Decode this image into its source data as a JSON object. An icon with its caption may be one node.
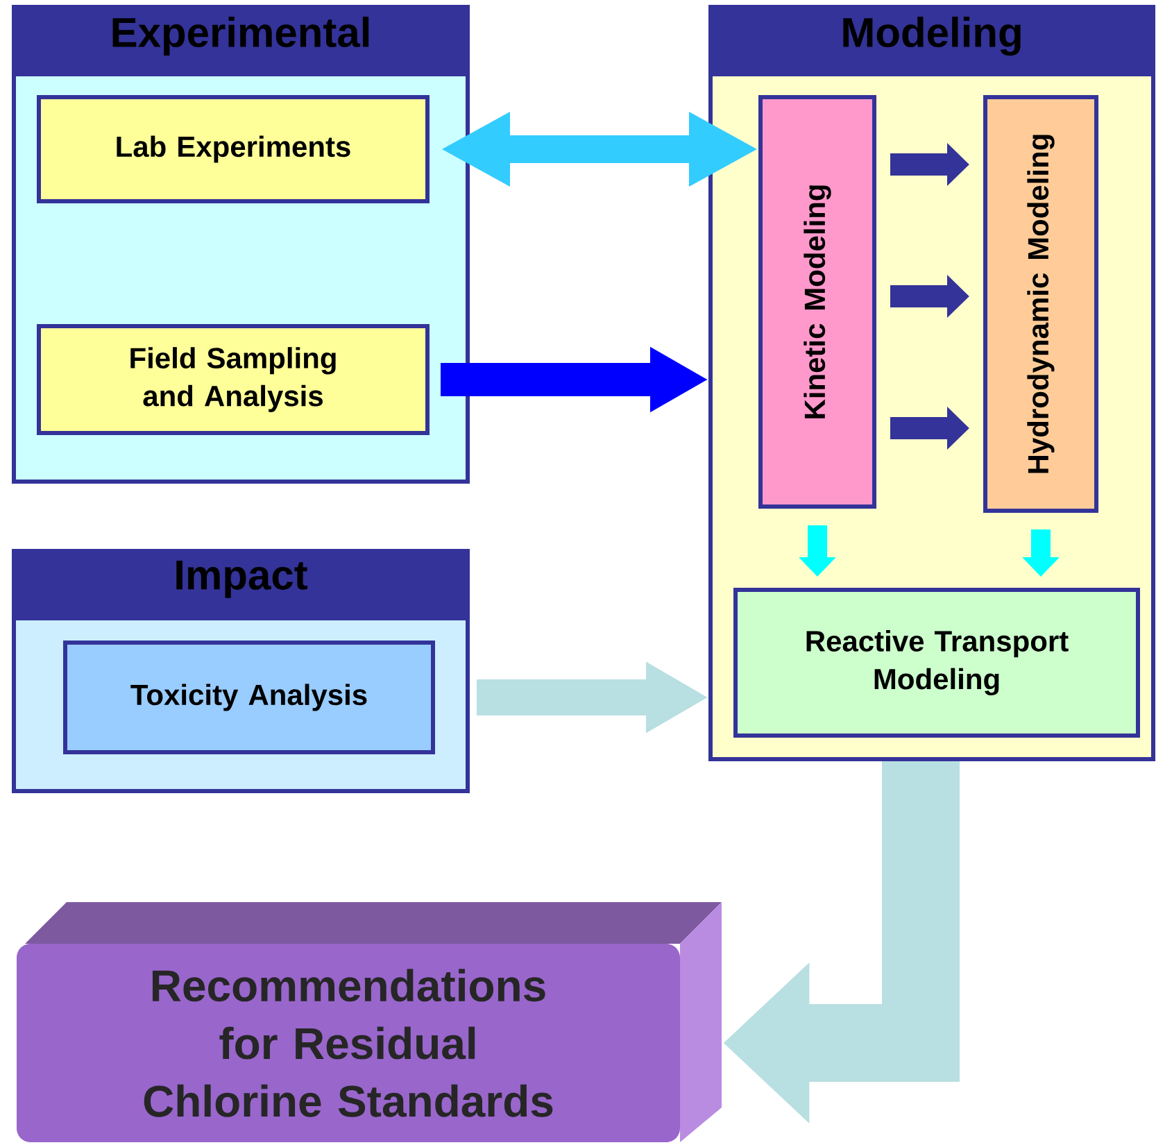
{
  "diagram": {
    "nodes": [
      {
        "text": [
          "Experimental"
        ]
      },
      {
        "text": [
          "Lab Experiments"
        ],
        "in": 0
      },
      {
        "text": [
          "Field Sampling and Analysis"
        ],
        "in": 0
      },
      {
        "text": [
          "Modeling"
        ]
      },
      {
        "text": [
          "Kinetic Modeling"
        ],
        "in": 3
      },
      {
        "text": [
          "Hydrodynamic Modeling"
        ],
        "in": 3
      },
      {
        "text": [
          "Reactive Transport Modeling"
        ],
        "in": 3
      },
      {
        "text": [
          "Impact"
        ]
      },
      {
        "text": [
          "Toxicity Analysis"
        ],
        "in": 7
      },
      {
        "text": [
          "Recommendations for Residual Chlorine Standards"
        ]
      }
    ],
    "edges": [
      {
        "from": 1,
        "to": 4,
        "arrow": "both",
        "color": "#33ccff"
      },
      {
        "from": 2,
        "to": 3,
        "arrow": "to",
        "color": "#0000ff"
      },
      {
        "from": 4,
        "to": 5,
        "arrow": "to",
        "color": "#333399"
      },
      {
        "from": 4,
        "to": 5,
        "arrow": "to",
        "color": "#333399"
      },
      {
        "from": 4,
        "to": 5,
        "arrow": "to",
        "color": "#333399"
      },
      {
        "from": 4,
        "to": 6,
        "arrow": "to",
        "color": "#00ffff"
      },
      {
        "from": 5,
        "to": 6,
        "arrow": "to",
        "color": "#00ffff"
      },
      {
        "from": 8,
        "to": 3,
        "arrow": "to",
        "color": "#b8dfe2"
      },
      {
        "from": 3,
        "to": 9,
        "arrow": "to",
        "color": "#b8dfe2",
        "style": "thick"
      }
    ]
  }
}
